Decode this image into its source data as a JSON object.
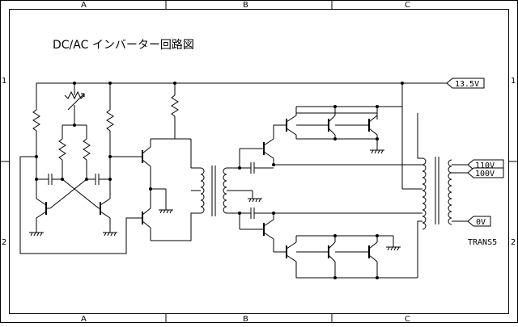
{
  "title": "DC/AC インバーター回路図",
  "sheet": {
    "col_labels": [
      "A",
      "B",
      "C"
    ],
    "row_labels": [
      "1",
      "2"
    ]
  },
  "ports": {
    "supply": "13.5V",
    "out_110": "110V",
    "out_100": "100V",
    "out_0": "0V"
  },
  "transformer_label": "TRANS5"
}
